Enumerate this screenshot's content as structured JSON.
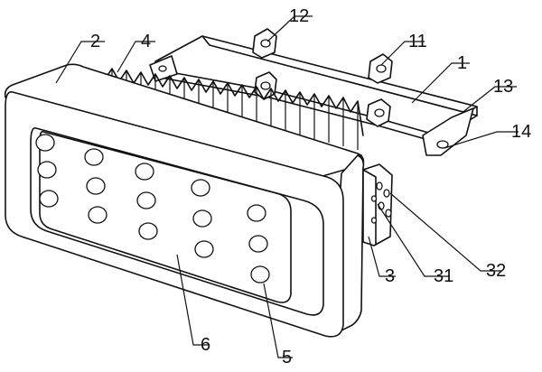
{
  "labels": {
    "l1": "1",
    "l2": "2",
    "l3": "3",
    "l4": "4",
    "l5": "5",
    "l6": "6",
    "l11": "11",
    "l12": "12",
    "l13": "13",
    "l14": "14",
    "l31": "31",
    "l32": "32"
  },
  "colors": {
    "ink": "#111111",
    "paper": "#ffffff"
  }
}
